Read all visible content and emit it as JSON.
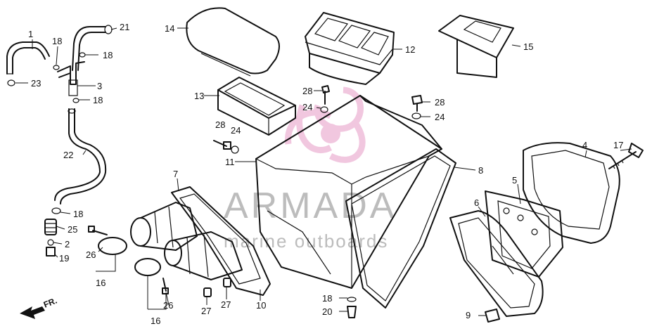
{
  "diagram": {
    "watermark": {
      "brand": "ARMADA",
      "tagline": "marine outboards"
    },
    "direction_marker": "FR.",
    "callouts": [
      {
        "id": "c1",
        "text": "1"
      },
      {
        "id": "c18a",
        "text": "18"
      },
      {
        "id": "c21",
        "text": "21"
      },
      {
        "id": "c18b",
        "text": "18"
      },
      {
        "id": "c23",
        "text": "23"
      },
      {
        "id": "c3",
        "text": "3"
      },
      {
        "id": "c18c",
        "text": "18"
      },
      {
        "id": "c22",
        "text": "22"
      },
      {
        "id": "c18d",
        "text": "18"
      },
      {
        "id": "c25",
        "text": "25"
      },
      {
        "id": "c2",
        "text": "2"
      },
      {
        "id": "c19",
        "text": "19"
      },
      {
        "id": "c14",
        "text": "14"
      },
      {
        "id": "c13",
        "text": "13"
      },
      {
        "id": "c12",
        "text": "12"
      },
      {
        "id": "c15",
        "text": "15"
      },
      {
        "id": "c28a",
        "text": "28"
      },
      {
        "id": "c24a",
        "text": "24"
      },
      {
        "id": "c28b",
        "text": "28"
      },
      {
        "id": "c24b",
        "text": "24"
      },
      {
        "id": "c28c",
        "text": "28"
      },
      {
        "id": "c24c",
        "text": "24"
      },
      {
        "id": "c11",
        "text": "11"
      },
      {
        "id": "c8",
        "text": "8"
      },
      {
        "id": "c4",
        "text": "4"
      },
      {
        "id": "c17",
        "text": "17"
      },
      {
        "id": "c5",
        "text": "5"
      },
      {
        "id": "c6",
        "text": "6"
      },
      {
        "id": "c7",
        "text": "7"
      },
      {
        "id": "c26a",
        "text": "26"
      },
      {
        "id": "c16a",
        "text": "16"
      },
      {
        "id": "c26b",
        "text": "26"
      },
      {
        "id": "c16b",
        "text": "16"
      },
      {
        "id": "c27a",
        "text": "27"
      },
      {
        "id": "c27b",
        "text": "27"
      },
      {
        "id": "c10",
        "text": "10"
      },
      {
        "id": "c18e",
        "text": "18"
      },
      {
        "id": "c20",
        "text": "20"
      },
      {
        "id": "c9",
        "text": "9"
      }
    ]
  }
}
